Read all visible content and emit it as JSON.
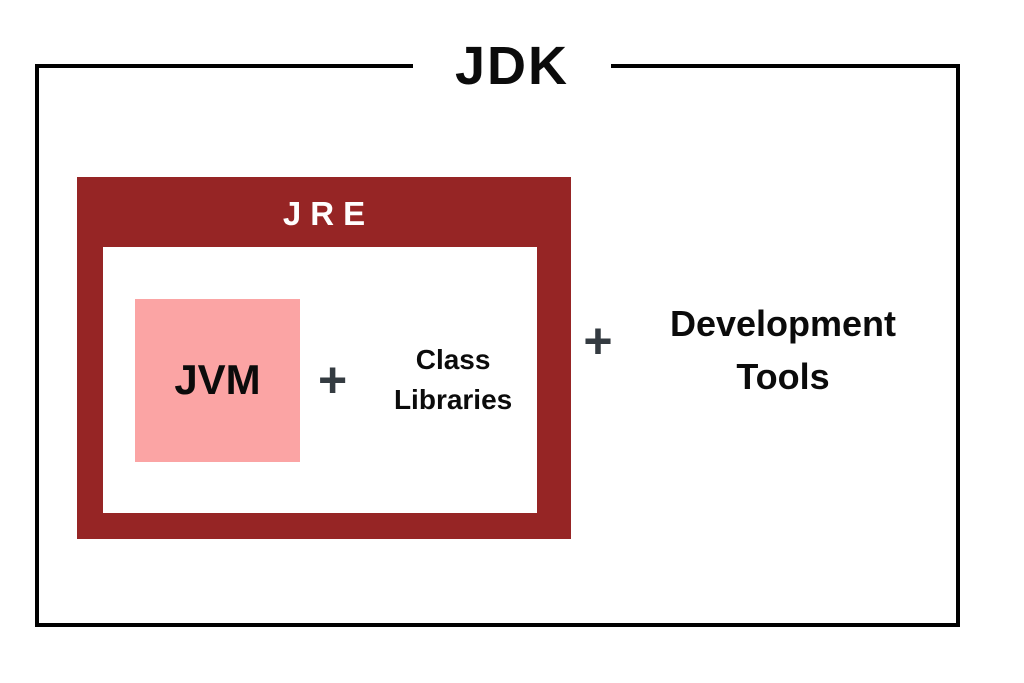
{
  "diagram": {
    "title": "JDK",
    "jre": {
      "label": "JRE"
    },
    "jvm": {
      "label": "JVM"
    },
    "plus_inner": "+",
    "class_libraries": {
      "line1": "Class",
      "line2": "Libraries"
    },
    "plus_outer": "+",
    "development_tools": {
      "line1": "Development",
      "line2": "Tools"
    },
    "colors": {
      "dark_red": "#962525",
      "pink": "#FBA4A4",
      "plus_gray": "#343B41",
      "border_black": "#000000"
    }
  }
}
